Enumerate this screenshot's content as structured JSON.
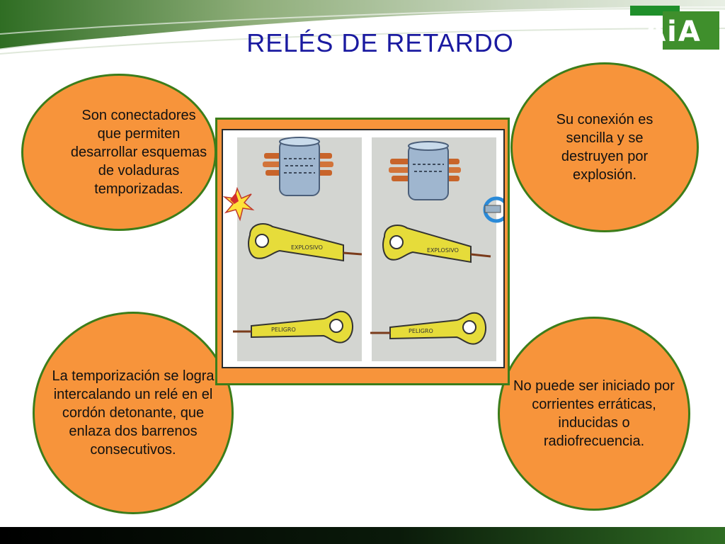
{
  "slide": {
    "title": "RELÉS  DE  RETARDO"
  },
  "logo": {
    "text": "AiA",
    "color": "#3f8f2c"
  },
  "bubbles": {
    "top_left": "Son conectadores que permiten desarrollar esquemas de voladuras temporizadas.",
    "top_right": "Su conexión es sencilla  y se destruyen por explosión.",
    "bottom_left": "La temporización se logra intercalando un relé en el cordón detonante, que enlaza dos barrenos consecutivos.",
    "bottom_right": "No puede ser iniciado por corrientes erráticas, inducidas o radiofrecuencia."
  },
  "illustration": {
    "relay_labels": [
      "EXPLOSIVO",
      "EXPLOSIVO",
      "PELIGRO",
      "PELIGRO"
    ]
  },
  "colors": {
    "orange": "#f7943b",
    "green_border": "#3c7d1a",
    "title_blue": "#1a1aa0",
    "relay_yellow": "#e6dc3a"
  }
}
